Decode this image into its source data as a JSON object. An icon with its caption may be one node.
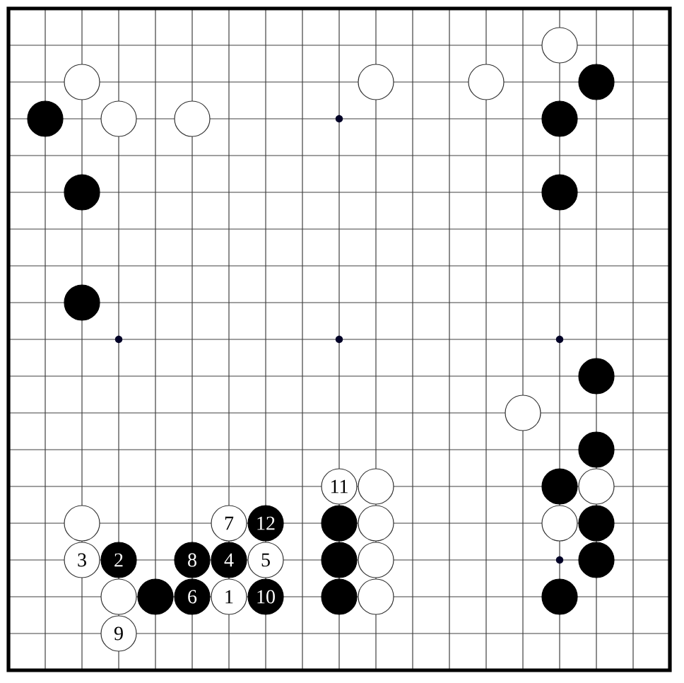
{
  "diagram": {
    "nodes": [
      {
        "text": [],
        "shape": "circle"
      },
      {
        "text": [],
        "shape": "circle"
      },
      {
        "text": [],
        "shape": "circle"
      },
      {
        "text": [],
        "shape": "circle"
      },
      {
        "text": [],
        "shape": "circle"
      },
      {
        "text": [],
        "shape": "circle"
      },
      {
        "text": [],
        "shape": "circle"
      },
      {
        "text": [],
        "shape": "circle"
      },
      {
        "text": [],
        "shape": "circle"
      },
      {
        "text": [],
        "shape": "circle"
      },
      {
        "text": [],
        "shape": "circle"
      },
      {
        "text": [],
        "shape": "circle"
      },
      {
        "text": [],
        "shape": "circle"
      },
      {
        "text": [],
        "shape": "circle"
      },
      {
        "text": [],
        "shape": "circle"
      },
      {
        "text": [
          "11"
        ]
      },
      {
        "text": [],
        "shape": "circle"
      },
      {
        "text": [],
        "shape": "circle"
      },
      {
        "text": [],
        "shape": "circle"
      },
      {
        "text": [],
        "shape": "circle"
      },
      {
        "text": [
          "7"
        ]
      },
      {
        "text": [
          "12"
        ]
      },
      {
        "text": [],
        "shape": "circle"
      },
      {
        "text": [],
        "shape": "circle"
      },
      {
        "text": [],
        "shape": "circle"
      },
      {
        "text": [],
        "shape": "circle"
      },
      {
        "text": [
          "3"
        ]
      },
      {
        "text": [
          "2"
        ]
      },
      {
        "text": [
          "8"
        ]
      },
      {
        "text": [
          "4"
        ]
      },
      {
        "text": [
          "5"
        ]
      },
      {
        "text": [],
        "shape": "circle"
      },
      {
        "text": [],
        "shape": "circle"
      },
      {
        "text": [],
        "shape": "circle"
      },
      {
        "text": [],
        "shape": "circle"
      },
      {
        "text": [],
        "shape": "circle"
      },
      {
        "text": [
          "6"
        ]
      },
      {
        "text": [
          "1"
        ]
      },
      {
        "text": [
          "10"
        ]
      },
      {
        "text": [],
        "shape": "circle"
      },
      {
        "text": [],
        "shape": "circle"
      },
      {
        "text": [],
        "shape": "circle"
      },
      {
        "text": [
          "9"
        ]
      }
    ]
  }
}
